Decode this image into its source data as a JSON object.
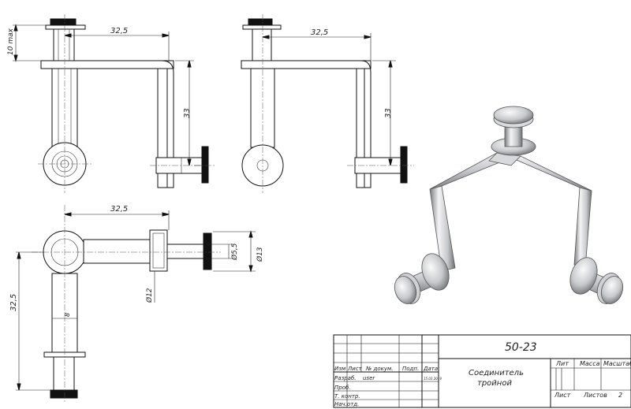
{
  "dimensions": {
    "top_width_front": "32,5",
    "top_width_side": "32,5",
    "height_front": "33",
    "height_side": "33",
    "max_offset": "10 max",
    "plan_width": "32,5",
    "plan_length": "32,5",
    "dia_small": "Ø5,5",
    "dia_flange": "Ø13",
    "dia_tube": "Ø12",
    "offset_small": "8"
  },
  "title_block": {
    "designation": "50-23",
    "name_line1": "Соединитель",
    "name_line2": "тройной",
    "col_lit": "Лит",
    "col_mass": "Масса",
    "col_scale": "Масштаб",
    "hdr_izm": "Изм",
    "hdr_list": "Лист",
    "hdr_doc": "№ докум.",
    "hdr_sign": "Подп.",
    "hdr_date": "Дата",
    "row_razrab": "Разраб.",
    "row_prov": "Проб.",
    "row_tkontr": "Т. контр.",
    "row_nachotd": "Нач.отд.",
    "author": "user",
    "date": "15.03.2019",
    "sheet_label": "Лист",
    "sheets_label": "Листов",
    "sheets_count": "2"
  },
  "colors": {
    "line": "#111111",
    "metal_light": "#e8e8ea",
    "metal_dark": "#8a8c90",
    "background": "#ffffff"
  }
}
